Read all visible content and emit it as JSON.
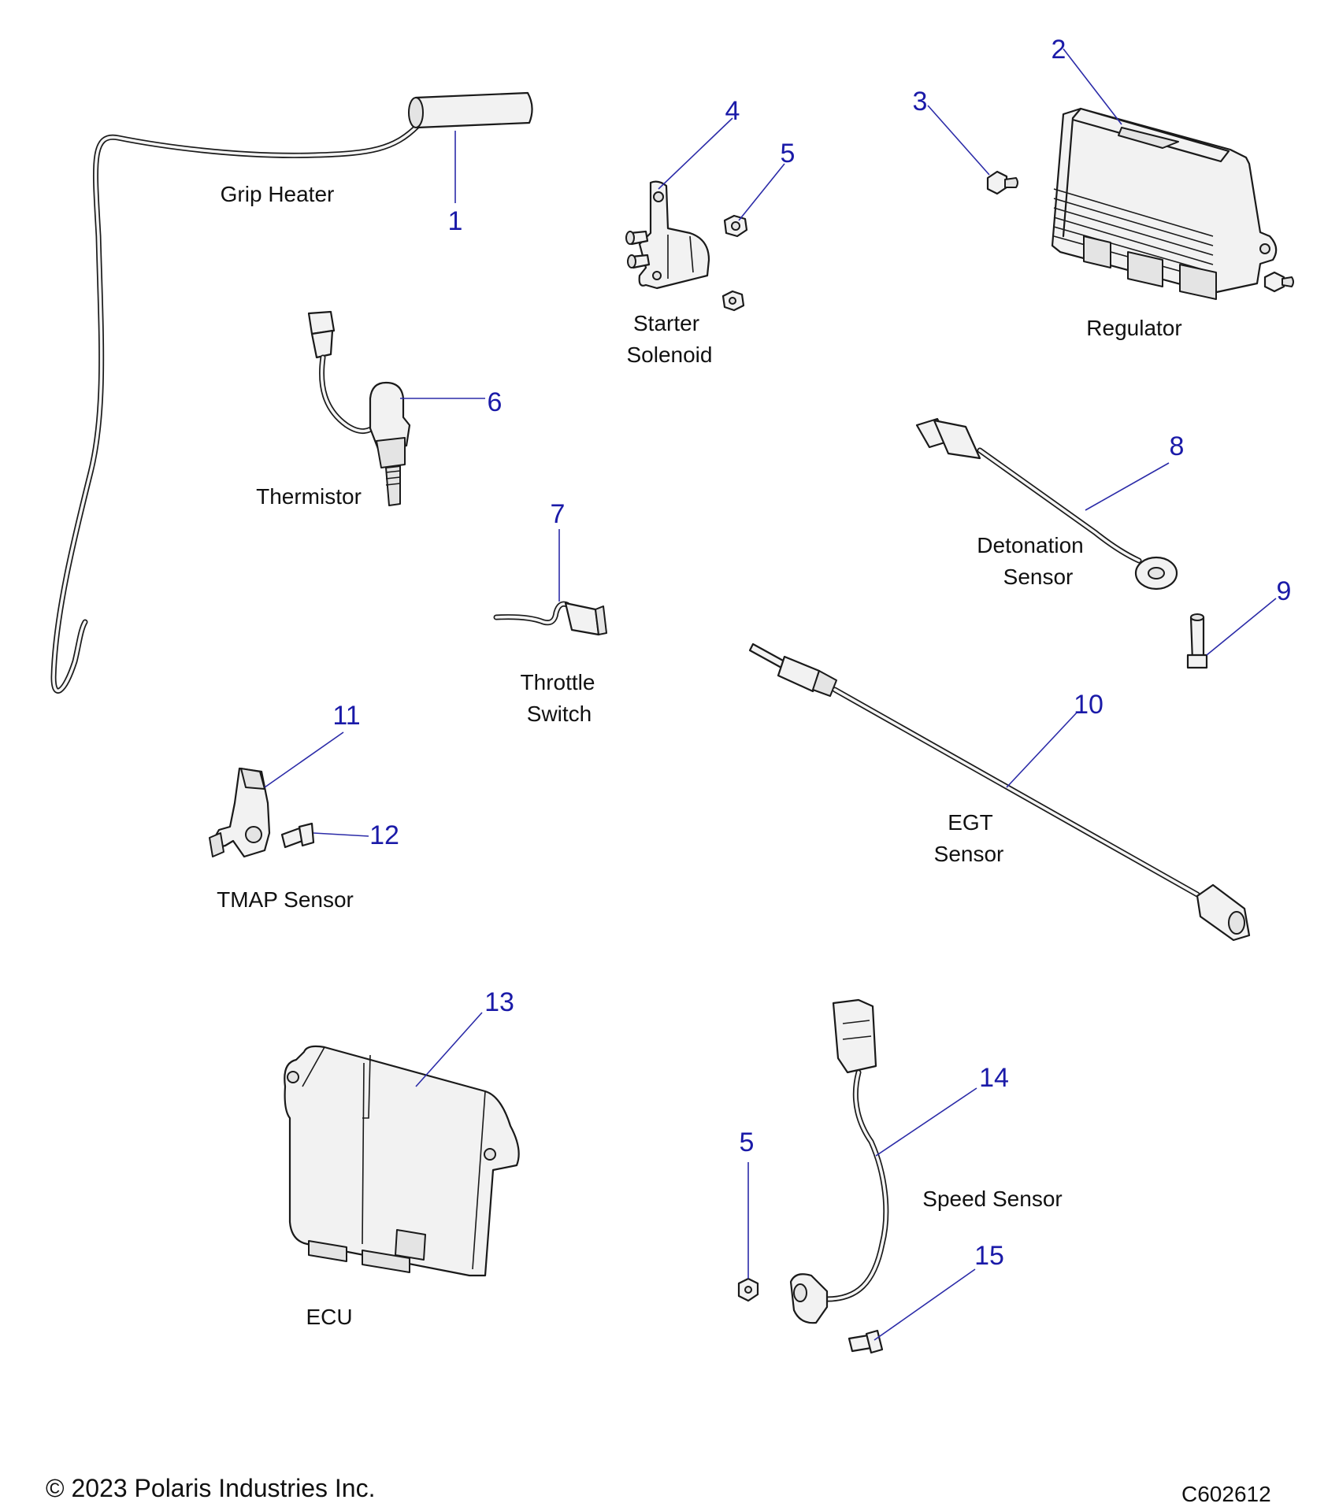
{
  "callouts": [
    {
      "num": "1",
      "label": "Grip Heater"
    },
    {
      "num": "2",
      "label": "Regulator"
    },
    {
      "num": "3",
      "label": ""
    },
    {
      "num": "4",
      "label": "Starter Solenoid"
    },
    {
      "num": "5",
      "label": ""
    },
    {
      "num": "6",
      "label": "Thermistor"
    },
    {
      "num": "7",
      "label": "Throttle Switch"
    },
    {
      "num": "8",
      "label": "Detonation Sensor"
    },
    {
      "num": "9",
      "label": ""
    },
    {
      "num": "10",
      "label": "EGT Sensor"
    },
    {
      "num": "11",
      "label": "TMAP Sensor"
    },
    {
      "num": "12",
      "label": ""
    },
    {
      "num": "13",
      "label": "ECU"
    },
    {
      "num": "14",
      "label": "Speed Sensor"
    },
    {
      "num": "15",
      "label": ""
    },
    {
      "num": "5",
      "label": ""
    }
  ],
  "labels": {
    "grip_heater": "Grip Heater",
    "starter_solenoid_1": "Starter",
    "starter_solenoid_2": "Solenoid",
    "regulator": "Regulator",
    "thermistor": "Thermistor",
    "throttle_switch_1": "Throttle",
    "throttle_switch_2": "Switch",
    "detonation_sensor_1": "Detonation",
    "detonation_sensor_2": "Sensor",
    "egt_sensor_1": "EGT",
    "egt_sensor_2": "Sensor",
    "tmap_sensor": "TMAP Sensor",
    "ecu": "ECU",
    "speed_sensor": "Speed Sensor"
  },
  "footer": {
    "copyright": "© 2023 Polaris Industries Inc.",
    "drawing_id": "C602612"
  }
}
